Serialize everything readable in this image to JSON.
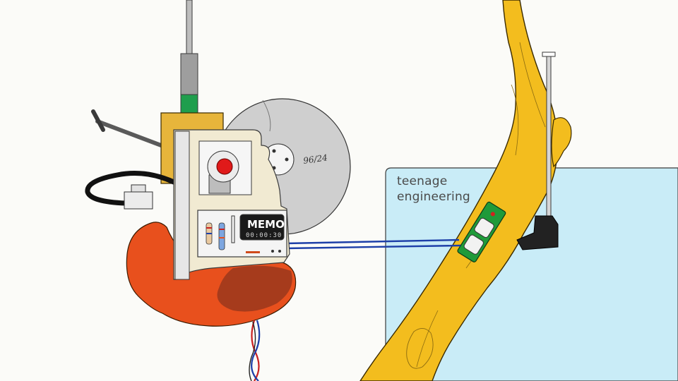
{
  "brand": {
    "line1": "teenage",
    "line2": "engineering"
  },
  "device": {
    "screen_title": "MEMO",
    "screen_time": "00:00:30",
    "disc_label": "96/24"
  },
  "colors": {
    "background": "#fbfbf8",
    "water": "#c9ecf7",
    "branch": "#f3bd1e",
    "blob": "#e8501d",
    "blob_shadow": "#a63b1c",
    "device_body": "#f1ead2",
    "wood_block": "#e7b53b",
    "disc": "#cfcfcf",
    "knob": "#e01a1a",
    "cable_blue": "#1d3fa8",
    "pcb_green": "#1f9a3a",
    "slider_green": "#1f9e4d"
  }
}
